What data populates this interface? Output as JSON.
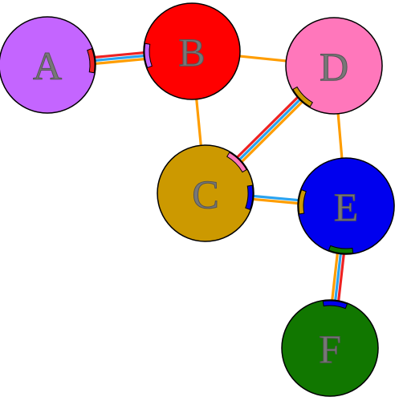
{
  "nodes": [
    {
      "id": "A",
      "label": "A",
      "color": "#c465ff"
    },
    {
      "id": "B",
      "label": "B",
      "color": "#ff0000"
    },
    {
      "id": "C",
      "label": "C",
      "color": "#cc9900"
    },
    {
      "id": "D",
      "label": "D",
      "color": "#ff77bb"
    },
    {
      "id": "E",
      "label": "E",
      "color": "#0000ee"
    },
    {
      "id": "F",
      "label": "F",
      "color": "#117700"
    }
  ],
  "edges": [
    {
      "from": "A",
      "to": "B",
      "strokes": [
        "#ee2222",
        "#2aa3f0",
        "#ff9d00"
      ]
    },
    {
      "from": "B",
      "to": "D",
      "strokes": [
        "#ff9d00"
      ]
    },
    {
      "from": "B",
      "to": "C",
      "strokes": [
        "#ff9d00"
      ]
    },
    {
      "from": "C",
      "to": "D",
      "strokes": [
        "#ee2222",
        "#2aa3f0",
        "#ff9d00"
      ]
    },
    {
      "from": "D",
      "to": "E",
      "strokes": [
        "#ff9d00"
      ]
    },
    {
      "from": "C",
      "to": "E",
      "strokes": [
        "#2aa3f0",
        "#ff9d00"
      ]
    },
    {
      "from": "E",
      "to": "F",
      "strokes": [
        "#ee2222",
        "#2aa3f0",
        "#ff9d00"
      ]
    }
  ],
  "ports": [
    {
      "node": "A",
      "toward": "B",
      "color": "#ee2222"
    },
    {
      "node": "B",
      "toward": "A",
      "color": "#c465ff"
    },
    {
      "node": "C",
      "toward": "D",
      "color": "#ff77bb"
    },
    {
      "node": "D",
      "toward": "C",
      "color": "#cc9900"
    },
    {
      "node": "C",
      "toward": "E",
      "color": "#0000ee"
    },
    {
      "node": "E",
      "toward": "C",
      "color": "#cc9900"
    },
    {
      "node": "E",
      "toward": "F",
      "color": "#117700"
    },
    {
      "node": "F",
      "toward": "E",
      "color": "#0000ee"
    }
  ]
}
